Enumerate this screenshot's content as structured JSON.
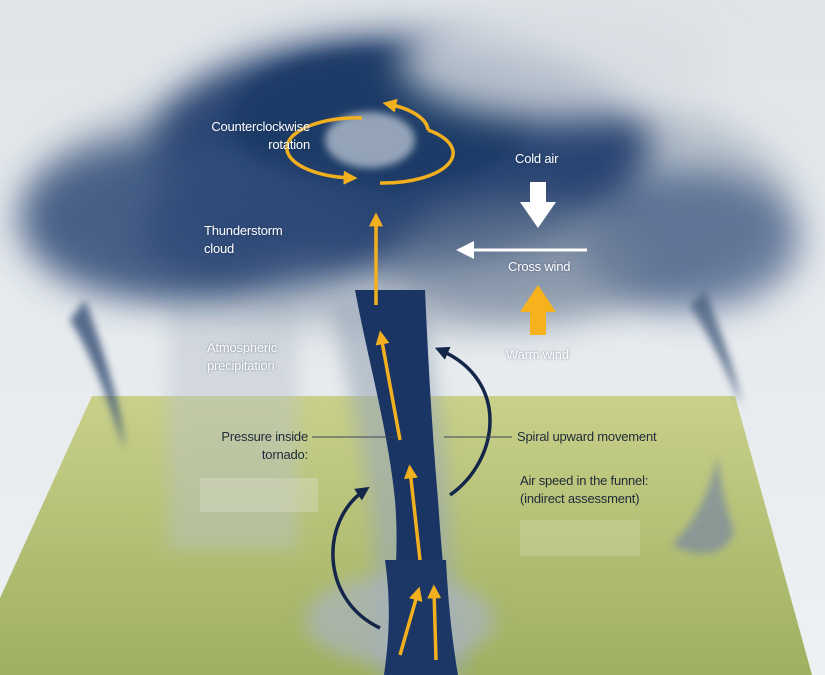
{
  "diagram": {
    "labels": {
      "rotation_line1": "Counterclockwise",
      "rotation_line2": "rotation",
      "cold_air": "Cold air",
      "thunderstorm_line1": "Thunderstorm",
      "thunderstorm_line2": "cloud",
      "cross_wind": "Cross wind",
      "warm_wind": "Warm wind",
      "precip_line1": "Atmospheric",
      "precip_line2": "precipitation",
      "pressure_line1": "Pressure inside",
      "pressure_line2": "tornado:",
      "spiral": "Spiral upward movement",
      "airspeed_line1": "Air speed in the funnel:",
      "airspeed_line2": "(indirect assessment)"
    },
    "colors": {
      "sky": "#e9edf0",
      "cloud_dark": "#1f3a66",
      "cloud_light": "#9aa8b8",
      "ground": "#a9b86d",
      "funnel": "#1a3463",
      "updraft_arrow": "#f2b01e",
      "spiral_arrow": "#14264a",
      "cold_air_arrow": "#ffffff",
      "warm_wind_arrow": "#f5b21d"
    }
  }
}
